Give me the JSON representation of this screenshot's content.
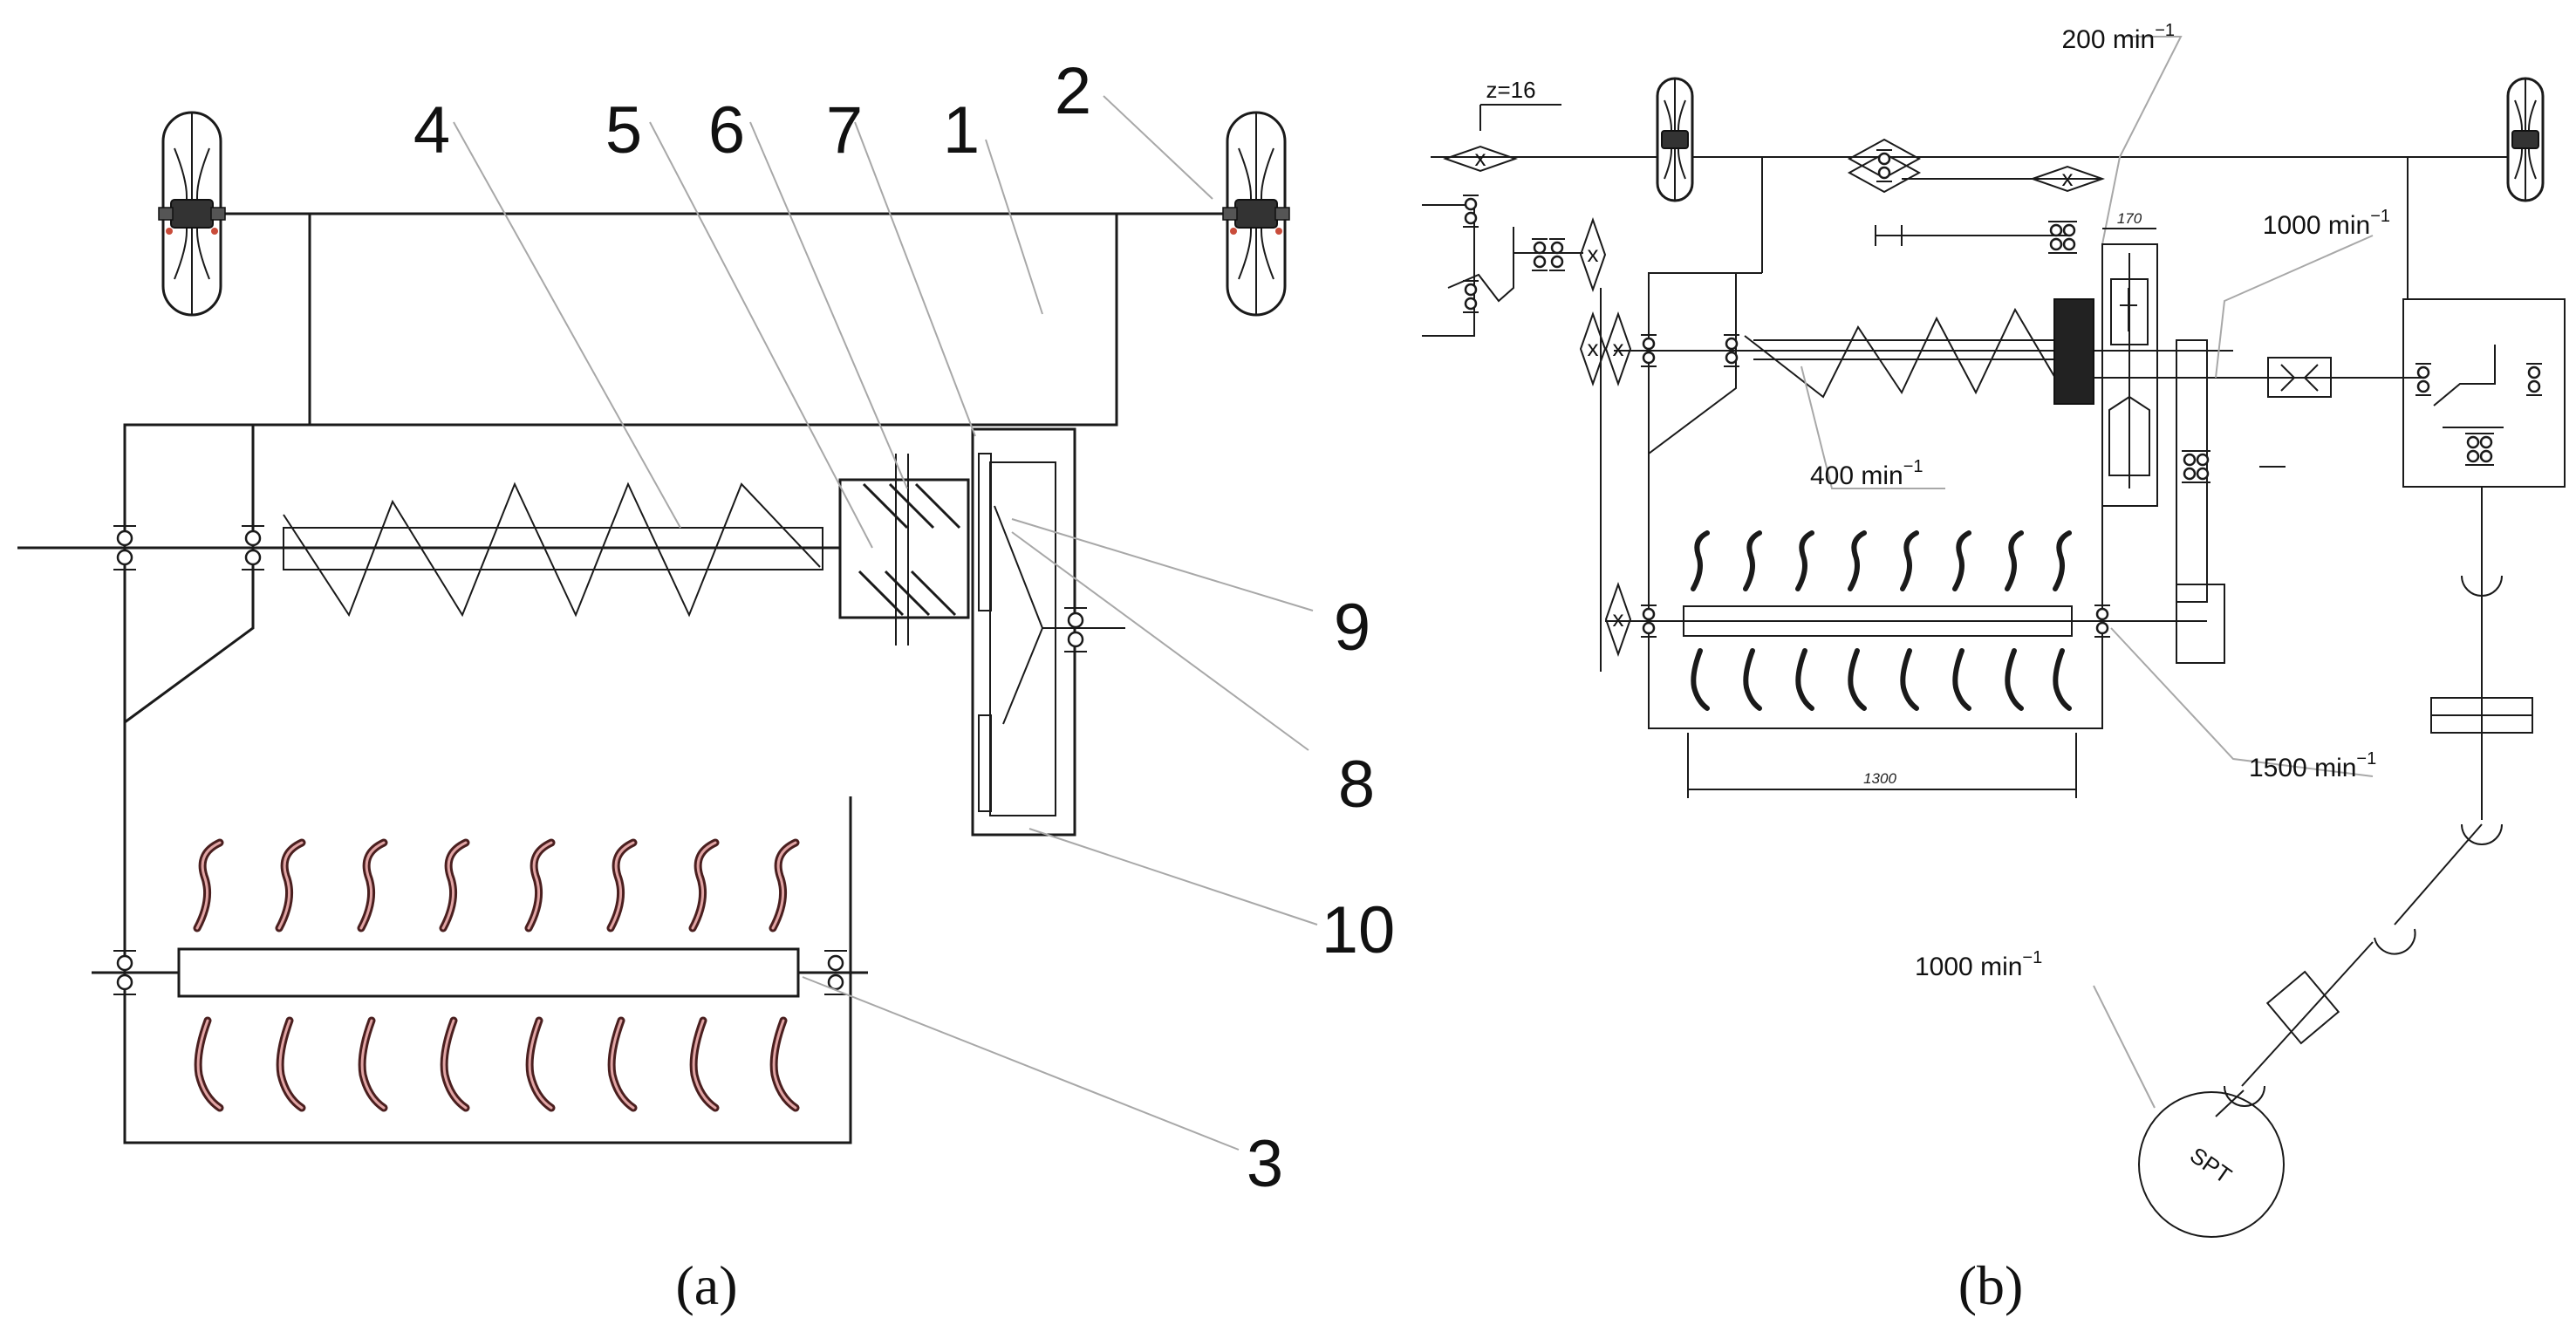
{
  "panel_a": {
    "caption": "(a)",
    "labels": [
      {
        "id": "1",
        "text": "1"
      },
      {
        "id": "2",
        "text": "2"
      },
      {
        "id": "3",
        "text": "3"
      },
      {
        "id": "4",
        "text": "4"
      },
      {
        "id": "5",
        "text": "5"
      },
      {
        "id": "6",
        "text": "6"
      },
      {
        "id": "7",
        "text": "7"
      },
      {
        "id": "8",
        "text": "8"
      },
      {
        "id": "9",
        "text": "9"
      },
      {
        "id": "10",
        "text": "10"
      }
    ]
  },
  "panel_b": {
    "caption": "(b)",
    "gear_teeth": "z=16",
    "speeds": {
      "chain": "200 min",
      "pto_shaft": "1000 min",
      "auger": "400 min",
      "rotor": "1500 min",
      "spt": "1000 min"
    },
    "speed_exponent": "−1",
    "dimensions": {
      "width_170": "170",
      "length_1300": "1300"
    },
    "spt_label": "SPT"
  }
}
